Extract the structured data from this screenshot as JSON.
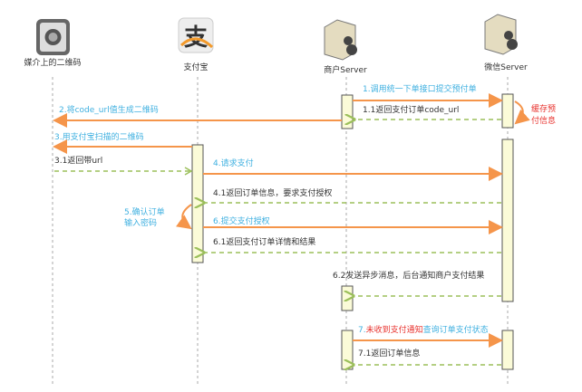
{
  "participants": [
    {
      "label": "媒介上的二维码",
      "icon": "qr-code-icon"
    },
    {
      "label": "支付宝",
      "icon": "alipay-icon"
    },
    {
      "label": "商户Server",
      "icon": "server-icon"
    },
    {
      "label": "微信Server",
      "icon": "server-icon"
    }
  ],
  "messages": {
    "m1": "1.调用统一下单接口提交预付单",
    "m1_1": "1.1返回支付订单code_url",
    "cache_1": "缓存预",
    "cache_2": "付信息",
    "m2": "2.将code_url值生成二维码",
    "m3": "3.用支付宝扫描的二维码",
    "m3_1": "3.1返回带url",
    "m4": "4.请求支付",
    "m4_1": "4.1返回订单信息，要求支付授权",
    "m5_1": "5.确认订单",
    "m5_2": "输入密码",
    "m6": "6.提交支付授权",
    "m6_1": "6.1返回支付订单详情和结果",
    "m6_2": "6.2发送异步消息，后台通知商户支付结果",
    "m7_a": "7.",
    "m7_b": "未收到支付通知",
    "m7_c": "查询订单支付状态",
    "m7_1": "7.1返回订单信息"
  },
  "colors": {
    "call": "#f5954a",
    "return": "#9bbf5a",
    "label": "#3fb0e0",
    "note": "#e8322e"
  }
}
